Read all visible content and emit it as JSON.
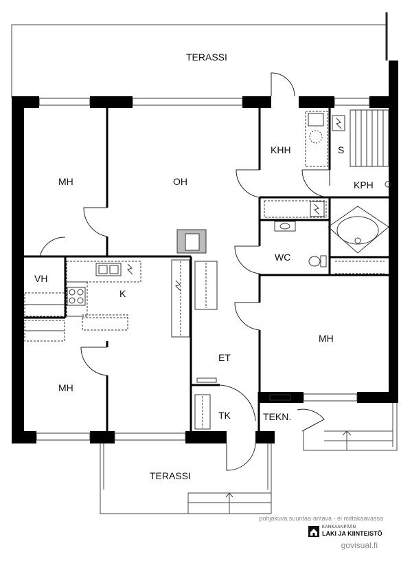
{
  "rooms": {
    "terassi_top": "TERASSI",
    "mh_left_top": "MH",
    "oh": "OH",
    "khh": "KHH",
    "s": "S",
    "kph": "KPH",
    "vh": "VH",
    "k": "K",
    "wc": "WC",
    "mh_right": "MH",
    "et": "ET",
    "mh_left_bottom": "MH",
    "tk": "TK",
    "tekn": "TEKN.",
    "terassi_bottom": "TERASSI"
  },
  "footer": {
    "note": "pohjakuva suuntaa-antava - ei mittakaavassa",
    "brand_line1": "KANKAANPÄÄN",
    "brand_line2": "LAKI JA KIINTEISTÖ",
    "website": "govisual.fi"
  }
}
